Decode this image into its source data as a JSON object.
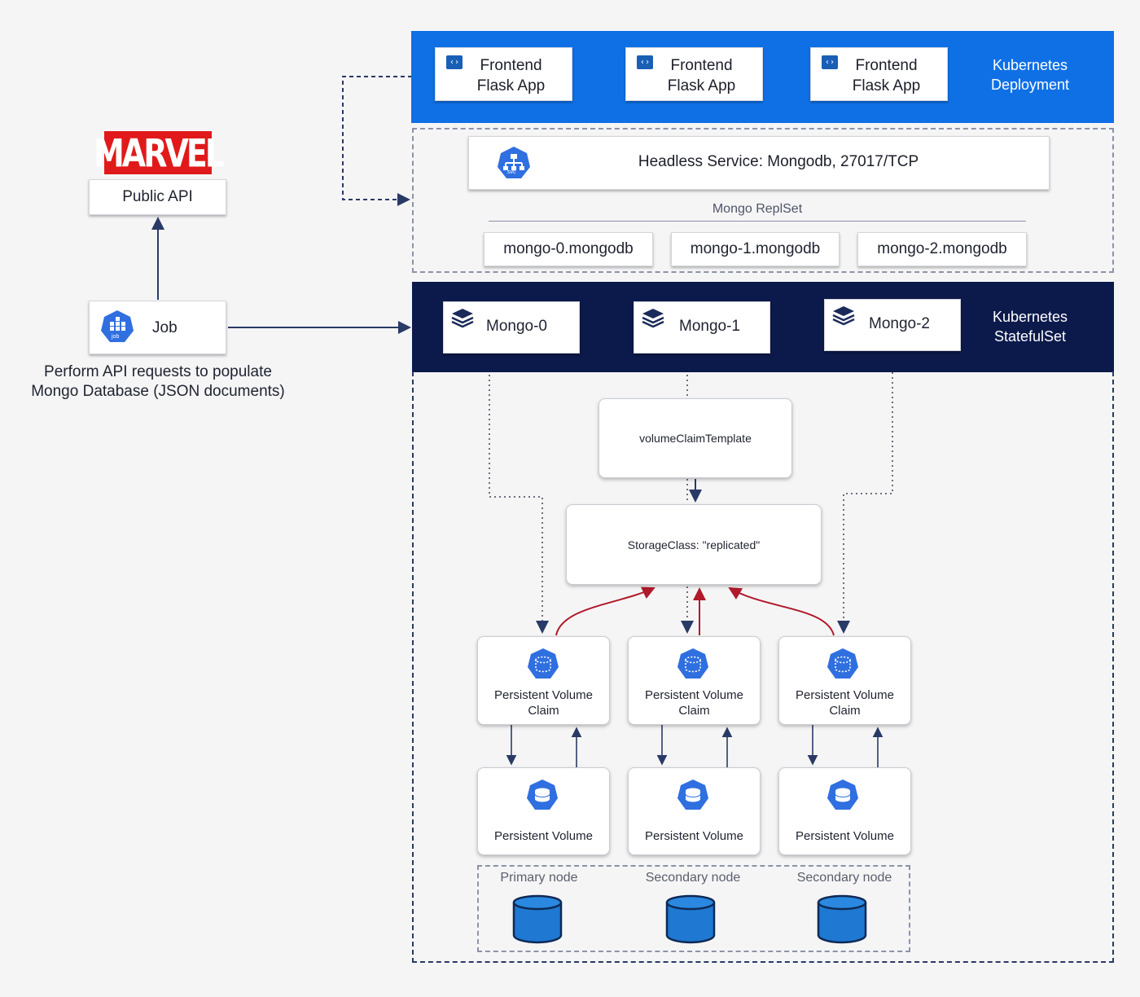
{
  "deployment": {
    "label": "Kubernetes\nDeployment",
    "apps": [
      {
        "title": "Frontend\nFlask App"
      },
      {
        "title": "Frontend\nFlask App"
      },
      {
        "title": "Frontend\nFlask App"
      }
    ]
  },
  "service": {
    "label": "Headless Service: Mongodb, 27017/TCP",
    "icon_text": "svc"
  },
  "replset": {
    "label": "Mongo ReplSet",
    "members": [
      "mongo-0.mongodb",
      "mongo-1.mongodb",
      "mongo-2.mongodb"
    ]
  },
  "public_api": {
    "logo_text": "MARVEL",
    "label": "Public API"
  },
  "job": {
    "label": "Job",
    "icon_text": "job",
    "description": "Perform API requests to populate\nMongo Database (JSON documents)"
  },
  "statefulset": {
    "label": "Kubernetes\nStatefulSet",
    "pods": [
      "Mongo-0",
      "Mongo-1",
      "Mongo-2"
    ]
  },
  "volume_claim_template": "volumeClaimTemplate",
  "storage_class": "StorageClass: \"replicated\"",
  "pvcs": [
    "Persistent Volume\nClaim",
    "Persistent Volume\nClaim",
    "Persistent Volume\nClaim"
  ],
  "pvs": [
    "Persistent Volume",
    "Persistent Volume",
    "Persistent Volume"
  ],
  "nodes": [
    "Primary node",
    "Secondary node",
    "Secondary node"
  ],
  "colors": {
    "deployment_blue": "#0f70e6",
    "statefulset_navy": "#0c1a4b",
    "k8s_blue": "#2f6fe0",
    "db_blue": "#1f78d1",
    "marvel_red": "#e01a1a",
    "red_arrow": "#b01a2a",
    "connector": "#2a3a66"
  },
  "icons": [
    "code-window-icon",
    "service-icon",
    "job-icon",
    "stack-layers-icon",
    "pvc-icon",
    "pv-icon",
    "database-cylinder-icon"
  ]
}
